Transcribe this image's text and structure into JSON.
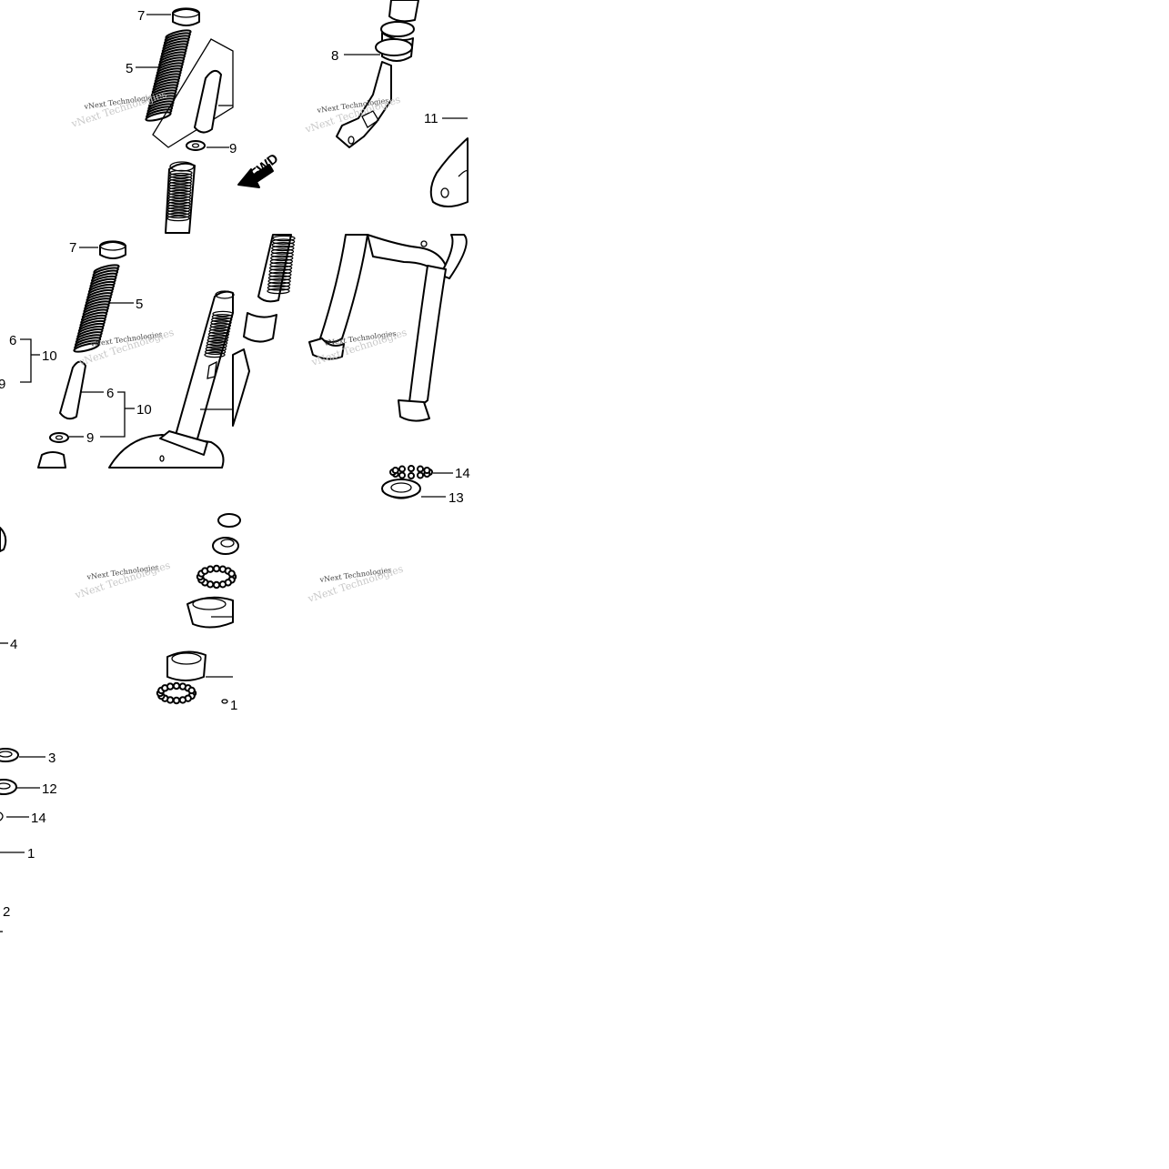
{
  "callouts": {
    "t1_7": "7",
    "t1_5": "5",
    "t1_9": "9",
    "t1_8": "8",
    "t1_11": "11",
    "t2_7": "7",
    "t2_5": "5",
    "t2_6a": "6",
    "t2_10a": "10",
    "t2_9a": "9",
    "t2_6b": "6",
    "t2_10b": "10",
    "t2_9b": "9",
    "t4_14": "14",
    "t4_13": "13",
    "t5_4": "4",
    "t5_3": "3",
    "t5_12": "12",
    "t5_14": "14",
    "t5_1": "1",
    "t5_2": "2",
    "t6_1": "1"
  },
  "fwd_label": "FWD",
  "watermark": {
    "line1": "vNext Technologies",
    "line2": "vNext Technologies"
  }
}
